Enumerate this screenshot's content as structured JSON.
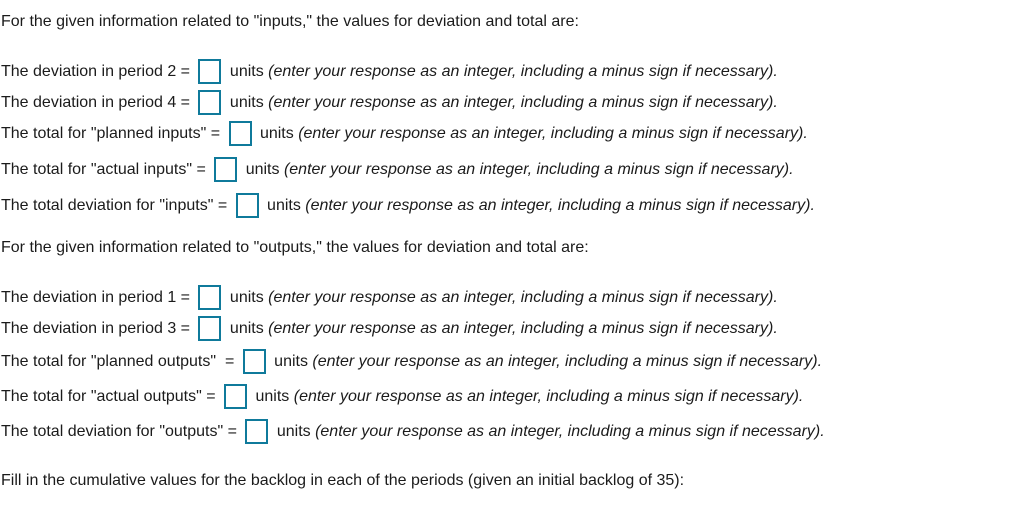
{
  "colors": {
    "answer_box_border": "#0f7a9b",
    "text": "#1b1b1b",
    "background": "#ffffff"
  },
  "inputs_section": {
    "intro": "For the given information related to \"inputs,\" the values for deviation and total are:",
    "lines": [
      {
        "lead": "The deviation in period 2 = ",
        "units": " units ",
        "hint": "(enter your response as an integer, including a minus sign if necessary).",
        "value": ""
      },
      {
        "lead": "The deviation in period 4 = ",
        "units": " units ",
        "hint": "(enter your response as an integer, including a minus sign if necessary).",
        "value": ""
      },
      {
        "lead": "The total for \"planned inputs\" = ",
        "units": " units ",
        "hint": "(enter your response as an integer, including a minus sign if necessary).",
        "value": ""
      },
      {
        "lead": "The total for \"actual inputs\" = ",
        "units": " units ",
        "hint": "(enter your response as an integer, including a minus sign if necessary).",
        "value": ""
      },
      {
        "lead": "The total deviation for \"inputs\" = ",
        "units": " units ",
        "hint": "(enter your response as an integer, including a minus sign if necessary).",
        "value": ""
      }
    ]
  },
  "outputs_section": {
    "intro": "For the given information related to \"outputs,\" the values for deviation and total are:",
    "lines": [
      {
        "lead": "The deviation in period 1 = ",
        "units": " units ",
        "hint": "(enter your response as an integer, including a minus sign if necessary).",
        "value": ""
      },
      {
        "lead": "The deviation in period 3 = ",
        "units": " units ",
        "hint": "(enter your response as an integer, including a minus sign if necessary).",
        "value": ""
      },
      {
        "lead": "The total for \"planned outputs\"  = ",
        "units": " units ",
        "hint": "(enter your response as an integer, including a minus sign if necessary).",
        "value": ""
      },
      {
        "lead": "The total for \"actual outputs\" = ",
        "units": " units ",
        "hint": "(enter your response as an integer, including a minus sign if necessary).",
        "value": ""
      },
      {
        "lead": "The total deviation for \"outputs\" = ",
        "units": " units ",
        "hint": "(enter your response as an integer, including a minus sign if necessary).",
        "value": ""
      }
    ]
  },
  "final_instruction": "Fill in the cumulative values for the backlog in each of the periods (given an initial backlog of 35):"
}
